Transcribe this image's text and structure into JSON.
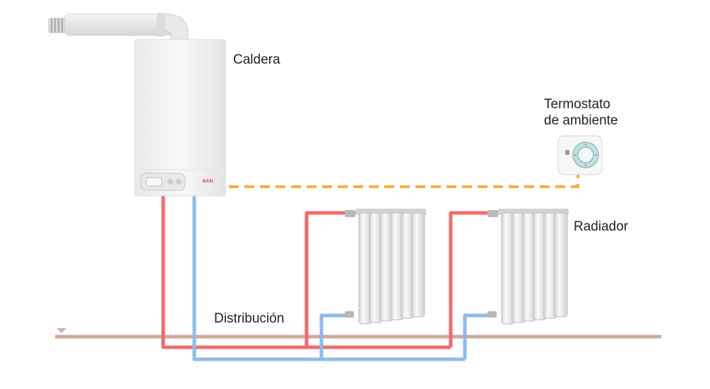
{
  "labels": {
    "boiler": "Caldera",
    "thermostat_line1": "Termostato",
    "thermostat_line2": "de ambiente",
    "radiator": "Radiador",
    "distribution": "Distribución"
  },
  "boiler_brand": "BAXI",
  "colors": {
    "hot_pipe": "#ef6b6f",
    "cold_pipe": "#8fbbe6",
    "control_wire": "#f5b13d",
    "floor_line": "#cfa997",
    "boiler_body": "#f3f4f6",
    "radiator_body": "#eeeeee"
  }
}
